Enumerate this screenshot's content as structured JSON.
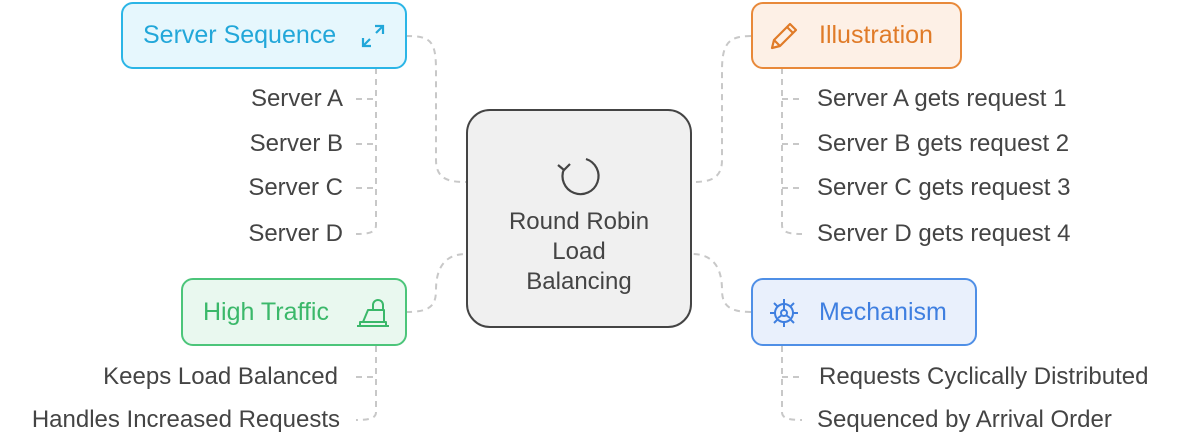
{
  "center": {
    "title_lines": [
      "Round Robin",
      "Load",
      "Balancing"
    ],
    "icon": "cycle-arrow-icon"
  },
  "server_sequence": {
    "title": "Server Sequence",
    "icon": "diagonal-arrows-icon",
    "items": [
      "Server A",
      "Server B",
      "Server C",
      "Server D"
    ]
  },
  "illustration": {
    "title": "Illustration",
    "icon": "pencil-icon",
    "items": [
      "Server A gets request 1",
      "Server B gets request 2",
      "Server C gets request 3",
      "Server D gets request 4"
    ]
  },
  "high_traffic": {
    "title": "High Traffic",
    "icon": "scale-icon",
    "items": [
      "Keeps Load Balanced",
      "Handles Increased Requests"
    ]
  },
  "mechanism": {
    "title": "Mechanism",
    "icon": "gear-icon",
    "items": [
      "Requests Cyclically Distributed",
      "Sequenced by Arrival Order"
    ]
  },
  "colors": {
    "server_sequence": "#2bb5e6",
    "illustration": "#e8893a",
    "high_traffic": "#4cc57a",
    "mechanism": "#4f8fe6",
    "connector": "#c8c8c8",
    "text": "#444444"
  }
}
